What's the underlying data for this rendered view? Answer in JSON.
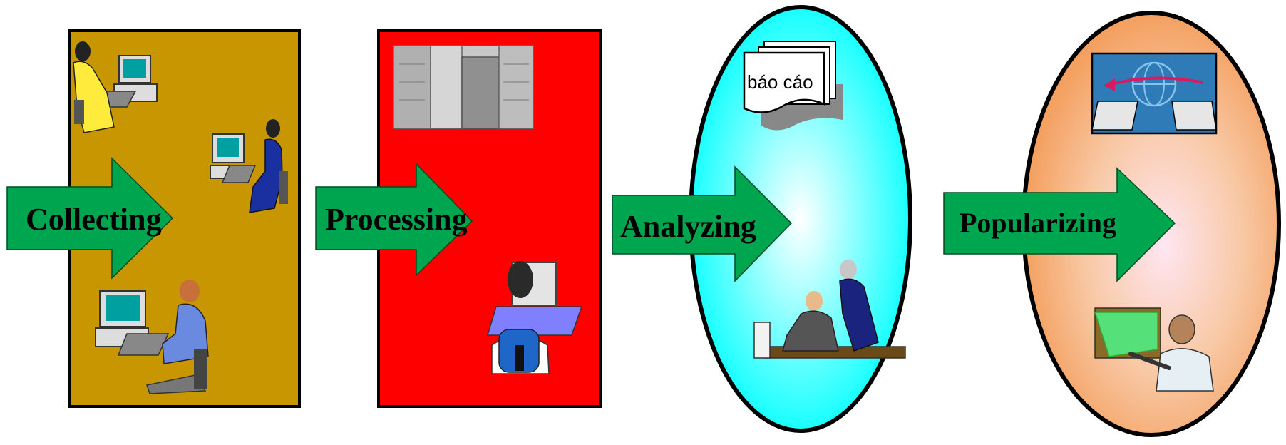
{
  "stages": [
    {
      "label": "Collecting",
      "fill": "#C89600"
    },
    {
      "label": "Processing",
      "fill": "#FF0000"
    },
    {
      "label": "Analyzing",
      "fill": "#00FFFF"
    },
    {
      "label": "Popularizing",
      "fill": "#F4A868"
    }
  ],
  "report_label": "báo cáo",
  "arrow_color": "#00A550",
  "icons": [
    "woman-at-computer-icon",
    "woman-at-desk-icon",
    "man-at-computer-icon",
    "server-rack-icon",
    "operator-at-console-icon",
    "report-pages-icon",
    "two-analysts-icon",
    "network-laptops-icon",
    "presenter-icon"
  ]
}
